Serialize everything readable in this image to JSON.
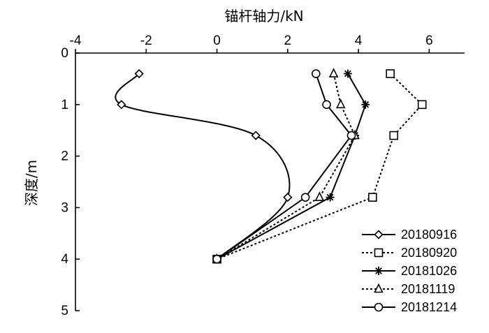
{
  "chart_data": {
    "type": "line",
    "xlabel": "锚杆轴力/kN",
    "ylabel": "深度/m",
    "xlim": [
      -4,
      7
    ],
    "ylim": [
      0,
      5
    ],
    "x_axis_position": "top",
    "y_axis_inverted": true,
    "x_ticks": [
      "-4",
      "-2",
      "0",
      "2",
      "4",
      "6"
    ],
    "y_ticks": [
      "0",
      "1",
      "2",
      "3",
      "4",
      "5"
    ],
    "legend_position": "bottom-right",
    "grid": false,
    "series": [
      {
        "name": "20180916",
        "marker": "diamond",
        "dash": "solid",
        "smooth": true,
        "points": [
          [
            -2.2,
            0.4
          ],
          [
            -2.7,
            1.0
          ],
          [
            1.1,
            1.6
          ],
          [
            2.0,
            2.8
          ],
          [
            0.0,
            4.0
          ]
        ]
      },
      {
        "name": "20180920",
        "marker": "square",
        "dash": "dotted",
        "smooth": false,
        "points": [
          [
            4.9,
            0.4
          ],
          [
            5.8,
            1.0
          ],
          [
            5.0,
            1.6
          ],
          [
            4.4,
            2.8
          ],
          [
            0.0,
            4.0
          ]
        ]
      },
      {
        "name": "20181026",
        "marker": "asterisk",
        "dash": "solid",
        "smooth": false,
        "points": [
          [
            3.7,
            0.4
          ],
          [
            4.2,
            1.0
          ],
          [
            3.9,
            1.6
          ],
          [
            3.2,
            2.8
          ],
          [
            0.0,
            4.0
          ]
        ]
      },
      {
        "name": "20181119",
        "marker": "triangle",
        "dash": "dotted",
        "smooth": false,
        "points": [
          [
            3.3,
            0.4
          ],
          [
            3.5,
            1.0
          ],
          [
            3.9,
            1.6
          ],
          [
            2.9,
            2.8
          ],
          [
            0.0,
            4.0
          ]
        ]
      },
      {
        "name": "20181214",
        "marker": "circle",
        "dash": "solid",
        "smooth": false,
        "points": [
          [
            2.8,
            0.4
          ],
          [
            3.1,
            1.0
          ],
          [
            3.8,
            1.6
          ],
          [
            2.5,
            2.8
          ],
          [
            0.0,
            4.0
          ]
        ]
      }
    ]
  }
}
